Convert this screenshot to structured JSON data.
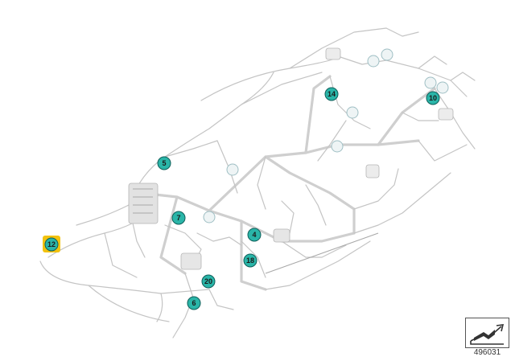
{
  "diagram": {
    "callouts": [
      {
        "label": "5",
        "style": "filled"
      },
      {
        "label": "7",
        "style": "filled"
      },
      {
        "label": "4",
        "style": "filled"
      },
      {
        "label": "18",
        "style": "filled"
      },
      {
        "label": "20",
        "style": "filled"
      },
      {
        "label": "6",
        "style": "filled"
      },
      {
        "label": "14",
        "style": "filled"
      },
      {
        "label": "10",
        "style": "filled"
      },
      {
        "label": "12",
        "style": "highlighted"
      },
      {
        "label": "",
        "style": "empty"
      },
      {
        "label": "",
        "style": "empty"
      },
      {
        "label": "",
        "style": "empty"
      },
      {
        "label": "",
        "style": "empty"
      },
      {
        "label": "",
        "style": "empty"
      },
      {
        "label": "",
        "style": "empty"
      },
      {
        "label": "",
        "style": "empty"
      },
      {
        "label": "",
        "style": "empty"
      }
    ],
    "colors": {
      "callout_fill": "#2ab5a8",
      "highlight": "#f2c20f",
      "wire": "#c4c4c4"
    },
    "reference_number": "496031",
    "logo_icon": "bookmark-arrow-icon"
  }
}
